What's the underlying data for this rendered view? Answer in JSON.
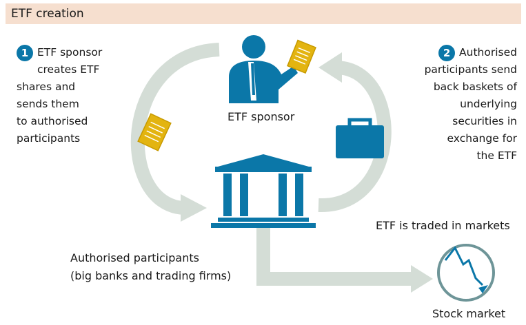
{
  "header": {
    "title": "ETF creation"
  },
  "steps": [
    {
      "number": "1",
      "lines": [
        "ETF sponsor",
        "creates ETF",
        "shares and",
        "sends them",
        "to authorised",
        "participants"
      ]
    },
    {
      "number": "2",
      "lines": [
        "Authorised",
        "participants send",
        "back baskets of",
        "underlying",
        "securities in",
        "exchange for",
        "the ETF"
      ]
    }
  ],
  "labels": {
    "sponsor": "ETF sponsor",
    "ap_line1": "Authorised participants",
    "ap_line2": "(big banks and trading firms)",
    "traded": "ETF is traded in markets",
    "stock": "Stock market"
  },
  "colors": {
    "header_bg": "#f6dfcf",
    "arrow": "#d4ddd6",
    "accent_blue": "#0b77a8",
    "doc_yellow": "#e3b410",
    "doc_yellow_dark": "#c79a00",
    "chart_red": "#c0392b"
  },
  "icons": [
    "person-icon",
    "document-icon",
    "briefcase-icon",
    "bank-building-icon",
    "stock-chart-icon"
  ]
}
